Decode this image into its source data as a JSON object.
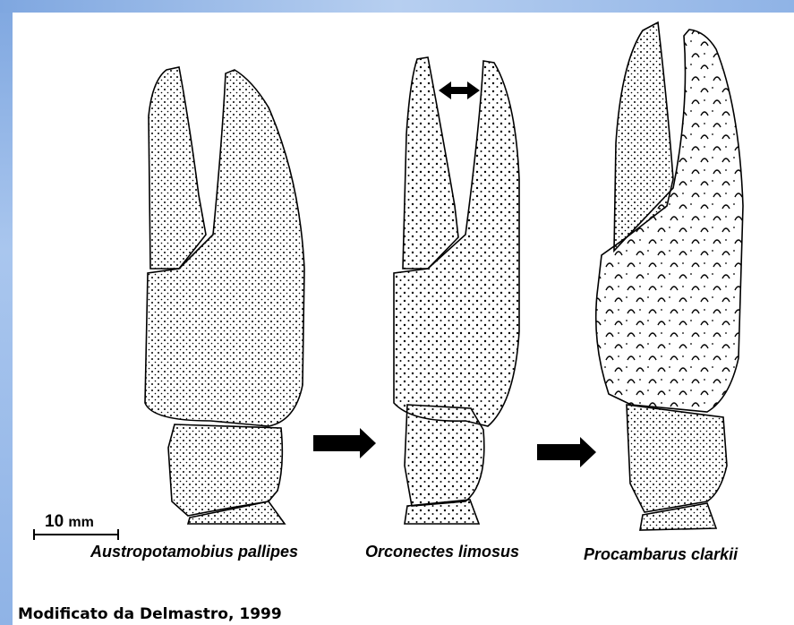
{
  "species": {
    "left": "Austropotamobius pallipes",
    "middle": "Orconectes limosus",
    "right": "Procambarus clarkii"
  },
  "scale_bar": {
    "value": "10",
    "unit": "mm"
  },
  "credit": "Modificato da Delmastro, 1999",
  "colors": {
    "frame": "#8fb3e6",
    "ink": "#000000"
  }
}
